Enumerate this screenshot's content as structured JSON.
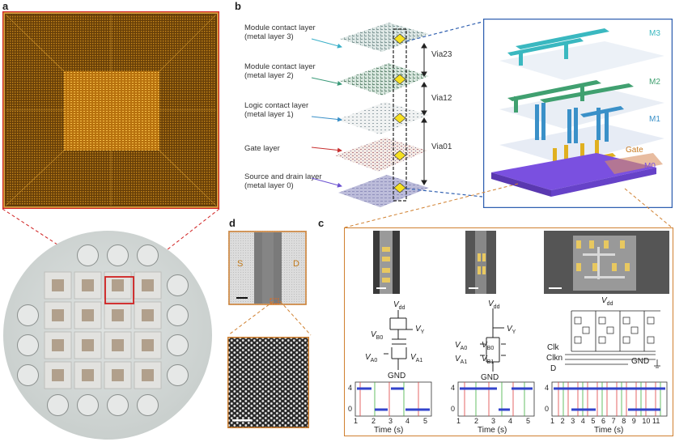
{
  "panels": {
    "a": "a",
    "b": "b",
    "c": "c",
    "d": "d"
  },
  "layers": [
    {
      "line1": "Module contact layer",
      "line2": "(metal layer 3)"
    },
    {
      "line1": "Module contact layer",
      "line2": "(metal layer 2)"
    },
    {
      "line1": "Logic contact layer",
      "line2": "(metal layer 1)"
    },
    {
      "line1": "Gate layer",
      "line2": ""
    },
    {
      "line1": "Source and drain layer",
      "line2": "(metal layer 0)"
    }
  ],
  "vias": [
    "Via23",
    "Via12",
    "Via01"
  ],
  "metal_labels": {
    "m3": "M3",
    "m2": "M2",
    "m1": "M1",
    "gate": "Gate",
    "m0": "M0"
  },
  "tem": {
    "source": "S",
    "drain": "D"
  },
  "circuit1": {
    "vdd": "V",
    "vdd_sub": "dd",
    "vy": "V",
    "vy_sub": "Y",
    "vb0": "V",
    "vb0_sub": "B0",
    "va0": "V",
    "va0_sub": "A0",
    "va1": "V",
    "va1_sub": "A1",
    "gnd": "GND"
  },
  "circuit2": {
    "vdd": "V",
    "vdd_sub": "dd",
    "vy": "V",
    "vy_sub": "Y",
    "va0": "V",
    "va0_sub": "A0",
    "vb0": "V",
    "vb0_sub": "B0",
    "va1": "V",
    "va1_sub": "A1",
    "vb1": "V",
    "vb1_sub": "B1",
    "gnd": "GND"
  },
  "circuit3": {
    "vdd": "V",
    "vdd_sub": "dd",
    "clk": "Clk",
    "clkn": "Clkn",
    "d": "D",
    "gnd": "GND"
  },
  "plots": [
    {
      "xlabel": "Time (s)",
      "yticks": [
        "4",
        "0"
      ],
      "xticks": [
        "1",
        "2",
        "3",
        "4",
        "5"
      ]
    },
    {
      "xlabel": "Time (s)",
      "yticks": [
        "4",
        "0"
      ],
      "xticks": [
        "1",
        "2",
        "3",
        "4",
        "5"
      ]
    },
    {
      "xlabel": "Time (s)",
      "yticks": [
        "4",
        "0"
      ],
      "xticks": [
        "1",
        "2",
        "3",
        "4",
        "5",
        "6",
        "7",
        "8",
        "9",
        "10",
        "11"
      ]
    }
  ],
  "colors": {
    "chip_orange": "#e8a020",
    "frame_red": "#d02020",
    "frame_blue": "#3060b0",
    "frame_orange": "#d08030",
    "m3": "#3ab8c0",
    "m2": "#40a070",
    "m1": "#3a90c8",
    "gate": "#e0b020",
    "m0": "#7a50e0"
  }
}
